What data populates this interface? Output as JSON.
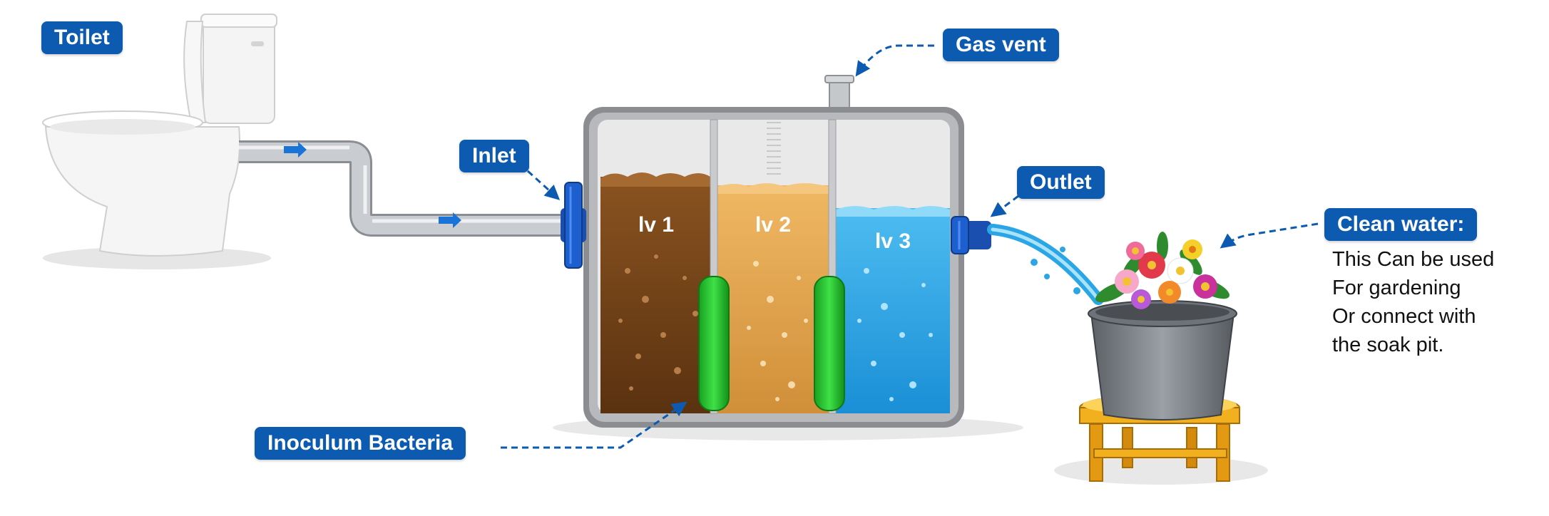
{
  "labels": {
    "toilet": "Toilet",
    "gas_vent": "Gas vent",
    "inlet": "Inlet",
    "outlet": "Outlet",
    "inoculum": "Inoculum Bacteria",
    "clean_water": "Clean water:"
  },
  "chambers": [
    "lv 1",
    "lv 2",
    "lv 3"
  ],
  "clean_water_note": [
    "This Can be used",
    "For gardening",
    "Or connect with",
    "the soak pit."
  ],
  "colors": {
    "label_bg": "#0d5bb0",
    "chamber_1": "#6b3d12",
    "chamber_2": "#e3a54e",
    "chamber_3": "#2aa6e6",
    "bacteria": "#22c32a",
    "tank_frame": "#7d7d7d",
    "stool": "#f2b01e",
    "pipe": "#bfc3c7"
  }
}
